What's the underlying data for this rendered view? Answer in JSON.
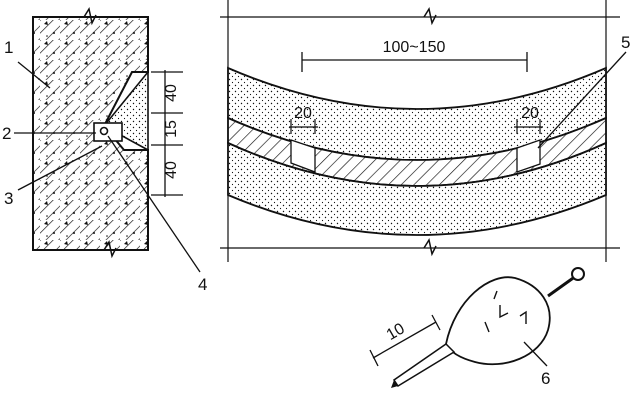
{
  "callouts": {
    "c1": "1",
    "c2": "2",
    "c3": "3",
    "c4": "4",
    "c5": "5",
    "c6": "6"
  },
  "dimensions": {
    "left_upper": "40",
    "left_middle": "15",
    "left_lower": "40",
    "span": "100~150",
    "left_gap": "20",
    "right_gap": "20",
    "tip_length": "10"
  },
  "colors": {
    "ink": "#111111",
    "background": "#ffffff"
  }
}
